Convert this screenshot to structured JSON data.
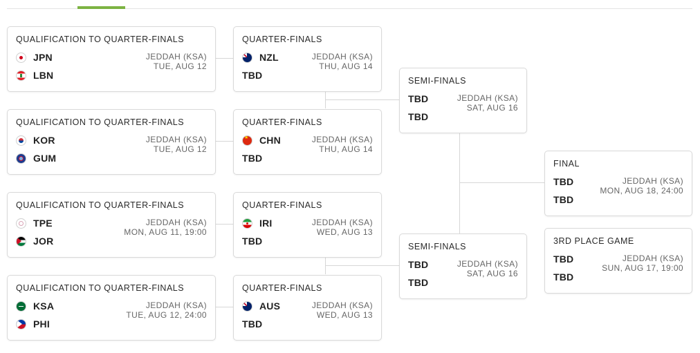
{
  "bracket": {
    "qual": [
      {
        "round": "QUALIFICATION TO QUARTER-FINALS",
        "team1": "JPN",
        "team2": "LBN",
        "venue": "JEDDAH (KSA)",
        "date": "TUE, AUG 12"
      },
      {
        "round": "QUALIFICATION TO QUARTER-FINALS",
        "team1": "KOR",
        "team2": "GUM",
        "venue": "JEDDAH (KSA)",
        "date": "TUE, AUG 12"
      },
      {
        "round": "QUALIFICATION TO QUARTER-FINALS",
        "team1": "TPE",
        "team2": "JOR",
        "venue": "JEDDAH (KSA)",
        "date": "MON, AUG 11, 19:00"
      },
      {
        "round": "QUALIFICATION TO QUARTER-FINALS",
        "team1": "KSA",
        "team2": "PHI",
        "venue": "JEDDAH (KSA)",
        "date": "TUE, AUG 12, 24:00"
      }
    ],
    "quarter": [
      {
        "round": "QUARTER-FINALS",
        "team1": "NZL",
        "team2": "TBD",
        "venue": "JEDDAH (KSA)",
        "date": "THU, AUG 14"
      },
      {
        "round": "QUARTER-FINALS",
        "team1": "CHN",
        "team2": "TBD",
        "venue": "JEDDAH (KSA)",
        "date": "THU, AUG 14"
      },
      {
        "round": "QUARTER-FINALS",
        "team1": "IRI",
        "team2": "TBD",
        "venue": "JEDDAH (KSA)",
        "date": "WED, AUG 13"
      },
      {
        "round": "QUARTER-FINALS",
        "team1": "AUS",
        "team2": "TBD",
        "venue": "JEDDAH (KSA)",
        "date": "WED, AUG 13"
      }
    ],
    "semi": [
      {
        "round": "SEMI-FINALS",
        "team1": "TBD",
        "team2": "TBD",
        "venue": "JEDDAH (KSA)",
        "date": "SAT, AUG 16"
      },
      {
        "round": "SEMI-FINALS",
        "team1": "TBD",
        "team2": "TBD",
        "venue": "JEDDAH (KSA)",
        "date": "SAT, AUG 16"
      }
    ],
    "final": {
      "round": "FINAL",
      "team1": "TBD",
      "team2": "TBD",
      "venue": "JEDDAH (KSA)",
      "date": "MON, AUG 18, 24:00"
    },
    "third": {
      "round": "3RD PLACE GAME",
      "team1": "TBD",
      "team2": "TBD",
      "venue": "JEDDAH (KSA)",
      "date": "SUN, AUG 17, 19:00"
    }
  },
  "flags": {
    "JPN": "japan-flag-icon",
    "LBN": "lebanon-flag-icon",
    "KOR": "korea-flag-icon",
    "GUM": "guam-flag-icon",
    "TPE": "chinese-taipei-flag-icon",
    "JOR": "jordan-flag-icon",
    "KSA": "saudi-arabia-flag-icon",
    "PHI": "philippines-flag-icon",
    "NZL": "new-zealand-flag-icon",
    "CHN": "china-flag-icon",
    "IRI": "iran-flag-icon",
    "AUS": "australia-flag-icon"
  },
  "colors": {
    "accent": "#7cb342",
    "border": "#d9d9d9",
    "connector": "#d6d6d6",
    "meta_text": "#666666"
  }
}
